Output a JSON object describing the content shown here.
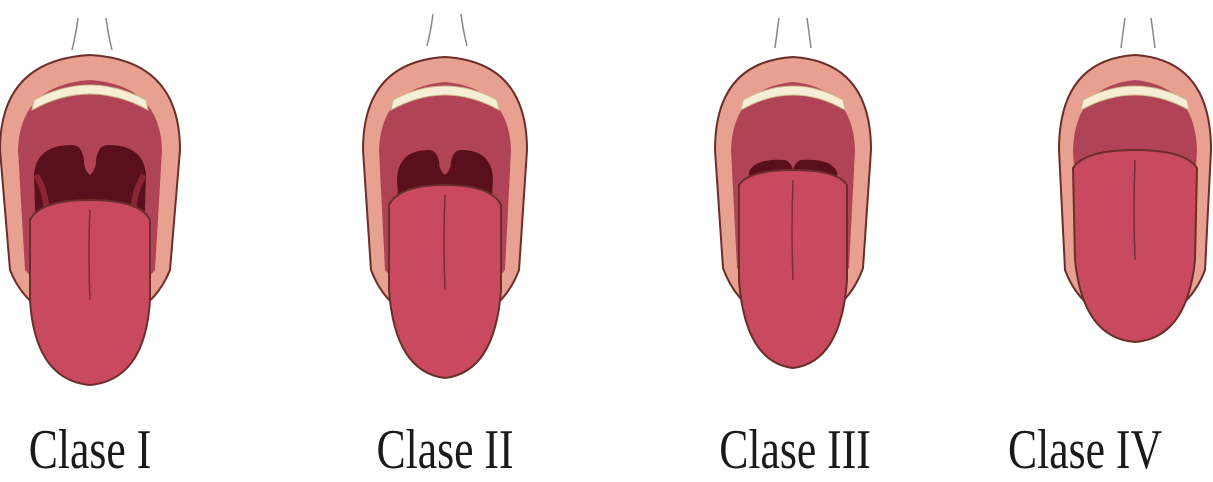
{
  "classes": [
    {
      "label": "Clase I",
      "visible_structures": [
        "soft-palate",
        "fauces",
        "uvula",
        "pillars"
      ]
    },
    {
      "label": "Clase II",
      "visible_structures": [
        "soft-palate",
        "fauces",
        "uvula"
      ]
    },
    {
      "label": "Clase III",
      "visible_structures": [
        "soft-palate",
        "base-of-uvula"
      ]
    },
    {
      "label": "Clase IV",
      "visible_structures": [
        "hard-palate"
      ]
    }
  ],
  "colors": {
    "lip": "#e8a090",
    "lip_outline": "#6b2e2a",
    "palate": "#b04456",
    "throat": "#5a0f1c",
    "tongue": "#c94a5f",
    "teeth": "#f6efd6"
  }
}
